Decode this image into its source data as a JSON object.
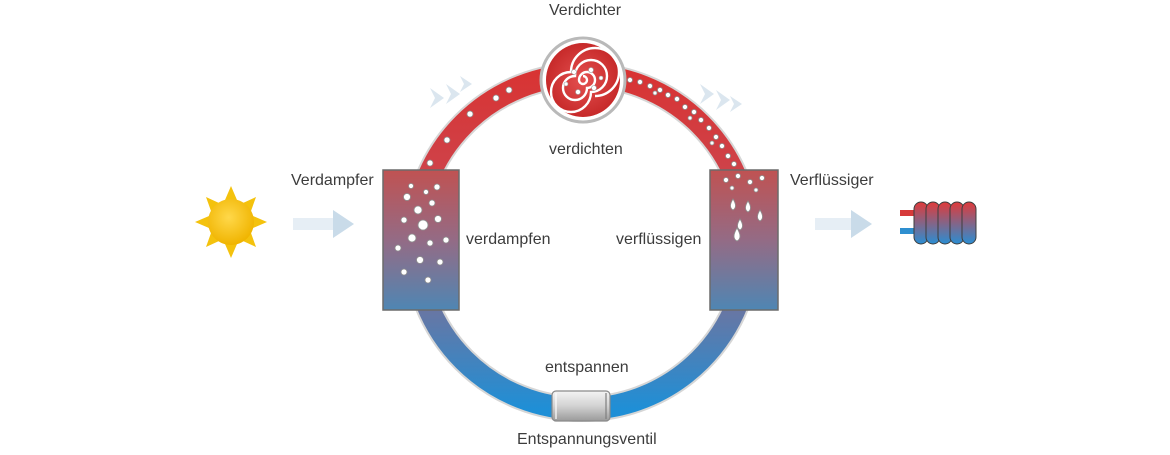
{
  "labels": {
    "compressor": "Verdichter",
    "compress": "verdichten",
    "evaporator": "Verdampfer",
    "condenser": "Verflüssiger",
    "evaporate": "verdampfen",
    "condense": "verflüssigen",
    "expand": "entspannen",
    "expansion_valve": "Entspannungsventil"
  },
  "colors": {
    "hot": "#d63a3a",
    "cold": "#2e8fd0",
    "sun": "#f4c20d",
    "arrow": "#c9dbe9",
    "text": "#3c3c3c"
  },
  "icons": [
    "sun-icon",
    "heating-coil-icon",
    "compressor-spiral-icon"
  ]
}
